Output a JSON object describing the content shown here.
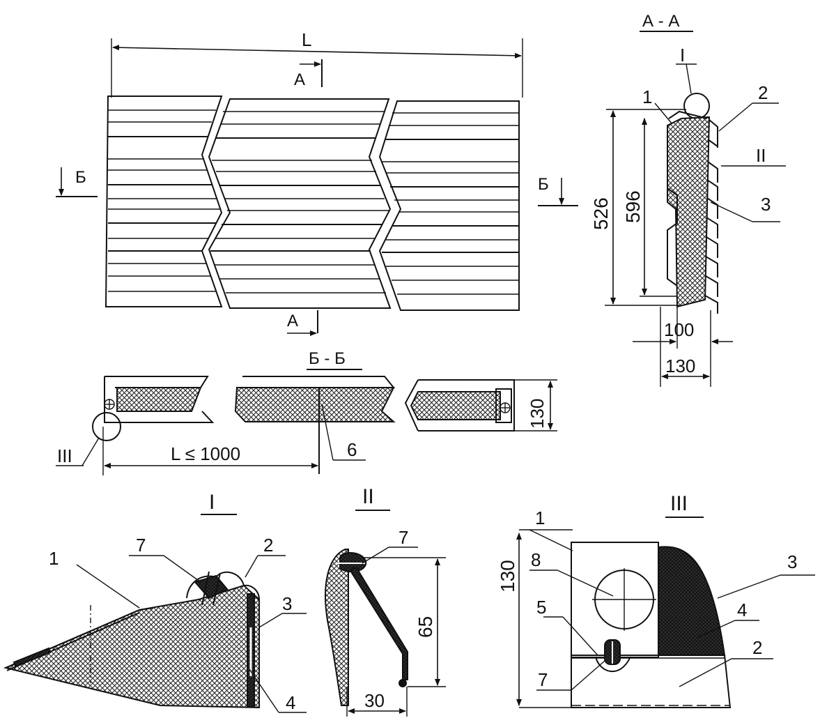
{
  "main_view": {
    "dim_L": "L",
    "section_a_top": "А",
    "section_a_bottom": "А",
    "section_b_left": "Б",
    "section_b_right": "Б"
  },
  "section_aa": {
    "title": "А - А",
    "callout_I": "I",
    "callout_II": "II",
    "pos_1": "1",
    "pos_2": "2",
    "pos_3": "3",
    "dim_526": "526",
    "dim_596": "596",
    "dim_100": "100",
    "dim_130": "130"
  },
  "section_bb": {
    "title": "Б - Б",
    "callout_III": "III",
    "dim_L_max": "L ≤ 1000",
    "pos_6": "6",
    "dim_130": "130"
  },
  "detail_I": {
    "title": "I",
    "pos_1": "1",
    "pos_7": "7",
    "pos_2": "2",
    "pos_3": "3",
    "pos_4": "4"
  },
  "detail_II": {
    "title": "II",
    "pos_7": "7",
    "dim_65": "65",
    "dim_30": "30"
  },
  "detail_III": {
    "title": "III",
    "pos_1": "1",
    "pos_8": "8",
    "pos_3": "3",
    "pos_4": "4",
    "pos_5": "5",
    "pos_2": "2",
    "pos_7": "7",
    "dim_130": "130"
  }
}
